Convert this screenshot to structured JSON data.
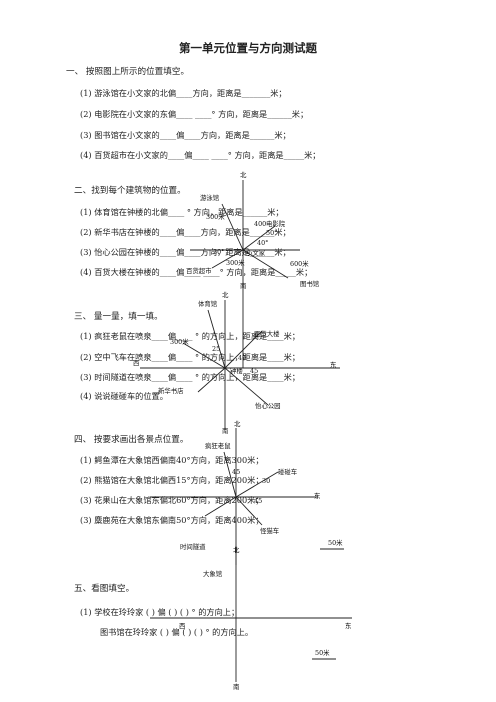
{
  "title": "第一单元位置与方向测试题",
  "s1": {
    "heading": "一、 按照图上所示的位置填空。",
    "q": [
      "(1) 游泳馆在小文家的北偏____方向，距离是_______米；",
      "(2) 电影院在小文家的东偏____ ____° 方向，距离是______米；",
      "(3) 图书馆在小文家的____偏____方向，距离是______米；",
      "(4) 百货超市在小文家的____偏____ ____° 方向，距离是_____米；"
    ]
  },
  "s2": {
    "heading": "二、找到每个建筑物的位置。",
    "q": [
      "(1) 体育馆在钟楼的北偏____ ° 方向，距离是______米；",
      "(2) 新华书店在钟楼的____偏____方向，距离是______米；",
      "(3) 怡心公园在钟楼的____偏____方向，距离是______米；",
      "(4) 百货大楼在钟楼的____偏____ ____° 方向，距离是_____米；"
    ],
    "diagram": {
      "north": "北",
      "south": "南",
      "labels": [
        "游泳馆",
        "300米",
        "400",
        "电影院",
        "50°",
        "40°",
        "30°",
        "300米",
        "小文家",
        "600米",
        "百货超市",
        "图书馆"
      ]
    }
  },
  "s3": {
    "heading": "三、 量一量，填一填。",
    "q": [
      "(1) 疯狂老鼠在喷泉____偏____ ° 的方向上，距离是____米；",
      "(2) 空中飞车在喷泉____偏____ ° 的方向上，距离是____米；",
      "(3) 时间隧道在喷泉____偏____ ° 的方向上，距离是____米；",
      "(4) 说说碰碰车的位置。"
    ],
    "diagram": {
      "north": "北",
      "south": "南",
      "west": "西",
      "east": "东",
      "labels": [
        "体育馆",
        "25",
        "百货大楼",
        "300米",
        "40",
        "钟楼",
        "45",
        "新华书店",
        "怡心公园"
      ]
    }
  },
  "s4": {
    "heading": "四、 按要求画出各景点位置。",
    "q": [
      "(1) 鳄鱼潭在大象馆西偏南40°方向，距离300米；",
      "(2) 熊猫馆在大象馆北偏西15°方向，距离200米；",
      "(3) 花果山在大象馆东偏北60°方向，距离200米；",
      "(3) 麋鹿苑在大象馆东偏南50°方向，距离400米；"
    ],
    "diagram": {
      "north": "北",
      "east": "东",
      "labels": [
        "疯狂老鼠",
        "45",
        "碰碰车",
        "30",
        "45",
        "怪猫车",
        "时间隧道",
        "50米",
        "北",
        "大象馆"
      ]
    }
  },
  "s5": {
    "heading": "五、看图填空。",
    "q": [
      "(1) 学校在玲玲家 (    ) 偏 (    ) (    ) ° 的方向上；",
      "图书馆在玲玲家 (    ) 偏 (    ) (    ) ° 的方向上。"
    ],
    "diagram": {
      "west": "西",
      "east": "东",
      "south": "南",
      "scale": "50米"
    }
  }
}
